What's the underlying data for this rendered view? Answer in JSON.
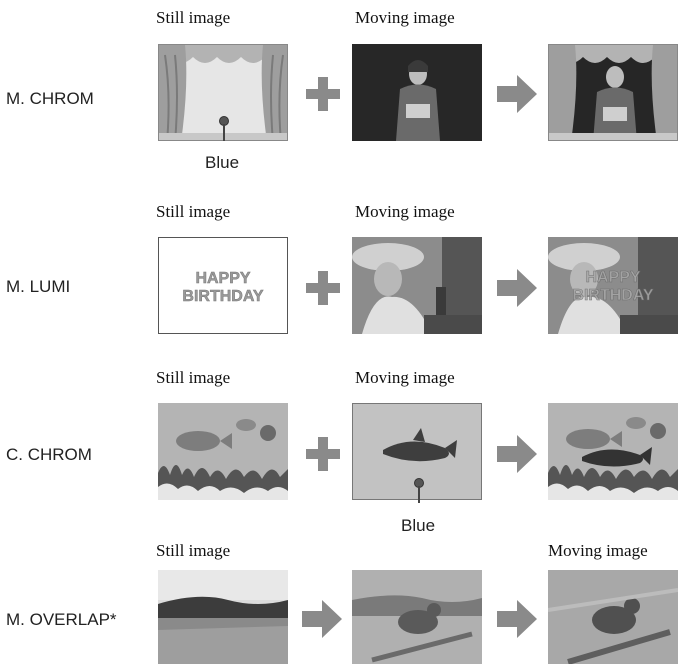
{
  "headers": {
    "still": "Still image",
    "moving": "Moving image"
  },
  "rows": [
    {
      "name": "M. CHROM"
    },
    {
      "name": "M. LUMI"
    },
    {
      "name": "C. CHROM"
    },
    {
      "name": "M. OVERLAP*"
    }
  ],
  "callouts": {
    "row1": "Blue",
    "row3": "Blue"
  },
  "lumi_text": {
    "line1": "HAPPY",
    "line2": "BIRTHDAY"
  },
  "colors": {
    "symbol": "#8a8a8a",
    "text": "#222222"
  },
  "icons": [
    "plus-icon",
    "arrow-right-icon"
  ]
}
